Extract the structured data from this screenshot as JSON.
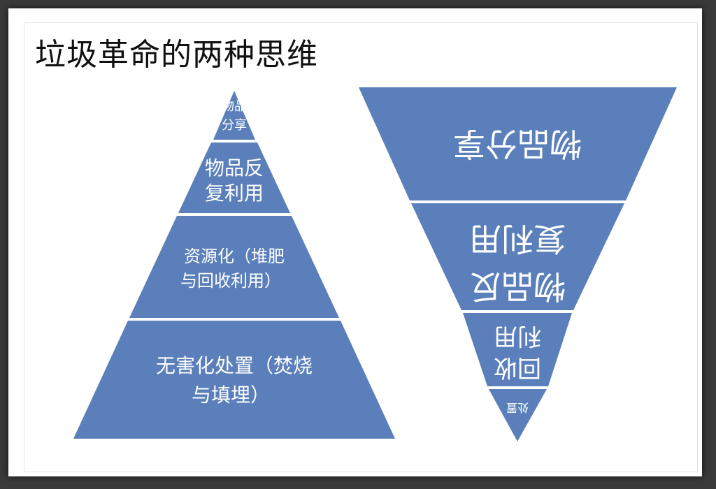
{
  "title": "垃圾革命的两种思维",
  "colors": {
    "fill": "#5a7fba",
    "separator": "#ffffff",
    "text": "#ffffff"
  },
  "pyramid": {
    "levels": [
      {
        "lines": [
          "物品",
          "分享"
        ]
      },
      {
        "lines": [
          "物品反",
          "复利用"
        ]
      },
      {
        "lines": [
          "资源化（堆肥",
          "与回收利用）"
        ]
      },
      {
        "lines": [
          "无害化处置（焚烧",
          "与填埋）"
        ]
      }
    ]
  },
  "inverted_pyramid": {
    "levels": [
      {
        "lines": [
          "物品分享"
        ]
      },
      {
        "lines": [
          "物品反",
          "复利用"
        ]
      },
      {
        "lines": [
          "回收",
          "利用"
        ]
      },
      {
        "lines": [
          "处置"
        ]
      }
    ]
  }
}
